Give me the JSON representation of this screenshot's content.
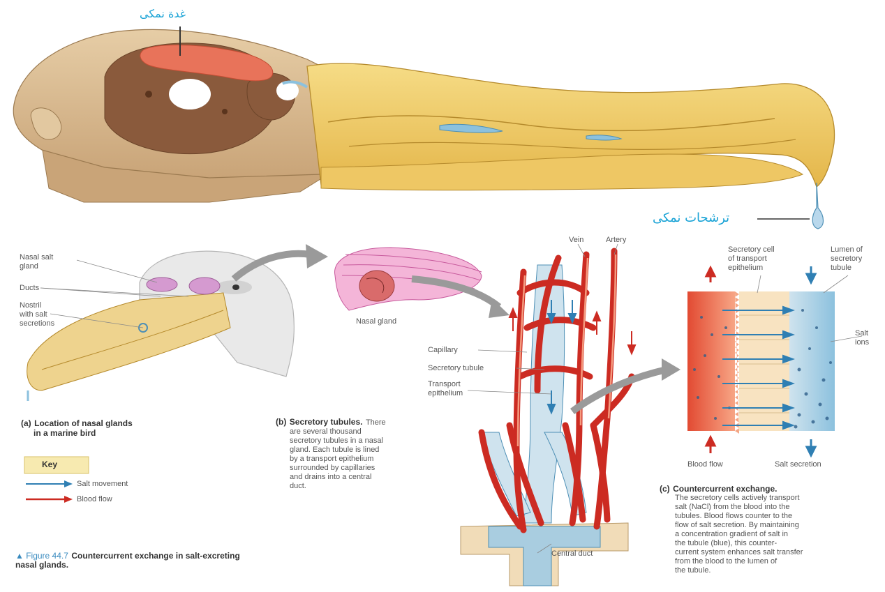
{
  "top_labels": {
    "salt_gland": "غدة نمکی",
    "salt_secretion": "ترشحات نمکی"
  },
  "panel_a": {
    "labels": {
      "nasal_salt_gland": [
        "Nasal salt",
        "gland"
      ],
      "ducts": "Ducts",
      "nostril": [
        "Nostril",
        "with salt",
        "secretions"
      ]
    },
    "caption_id": "(a)",
    "caption": [
      "Location of nasal glands",
      "in a marine bird"
    ],
    "key": {
      "title": "Key",
      "items": [
        {
          "label": "Salt movement",
          "color": "#2f7fb3"
        },
        {
          "label": "Blood flow",
          "color": "#cc2b22"
        }
      ]
    }
  },
  "panel_b": {
    "nasal_gland_label": "Nasal gland",
    "labels": {
      "vein": "Vein",
      "artery": "Artery",
      "capillary": "Capillary",
      "secretory_tubule": "Secretory tubule",
      "transport_epithelium": [
        "Transport",
        "epithelium"
      ],
      "central_duct": "Central duct"
    },
    "caption_id": "(b)",
    "caption_title": "Secretory tubules.",
    "caption": [
      "There",
      "are several thousand",
      "secretory tubules in a nasal",
      "gland. Each tubule is lined",
      "by a transport epithelium",
      "surrounded by capillaries",
      "and drains into a central",
      "duct."
    ]
  },
  "panel_c": {
    "labels": {
      "secretory_cell": [
        "Secretory cell",
        "of transport",
        "epithelium"
      ],
      "lumen": [
        "Lumen of",
        "secretory",
        "tubule"
      ],
      "salt_ions": [
        "Salt",
        "ions"
      ],
      "blood_flow": "Blood flow",
      "salt_secretion": "Salt secretion"
    },
    "caption_id": "(c)",
    "caption_title": "Countercurrent exchange.",
    "caption": [
      "The secretory cells actively transport",
      "salt (NaCl) from the blood into the",
      "tubules. Blood flows counter to the",
      "flow of salt secretion. By maintaining",
      "a concentration gradient of salt in",
      "the tubule (blue), this counter-",
      "current system enhances salt transfer",
      "from the blood to the lumen of",
      "the tubule."
    ]
  },
  "figure_caption": {
    "prefix": "▲ Figure 44.7",
    "title": [
      "Countercurrent exchange in salt-excreting",
      "nasal glands."
    ]
  },
  "colors": {
    "bone": "#d8bc93",
    "beak": "#f0cf6a",
    "gland": "#e8735a",
    "blood": "#cc2b22",
    "tubule": "#a9cde0",
    "persian_label": "#1aa3d6"
  }
}
